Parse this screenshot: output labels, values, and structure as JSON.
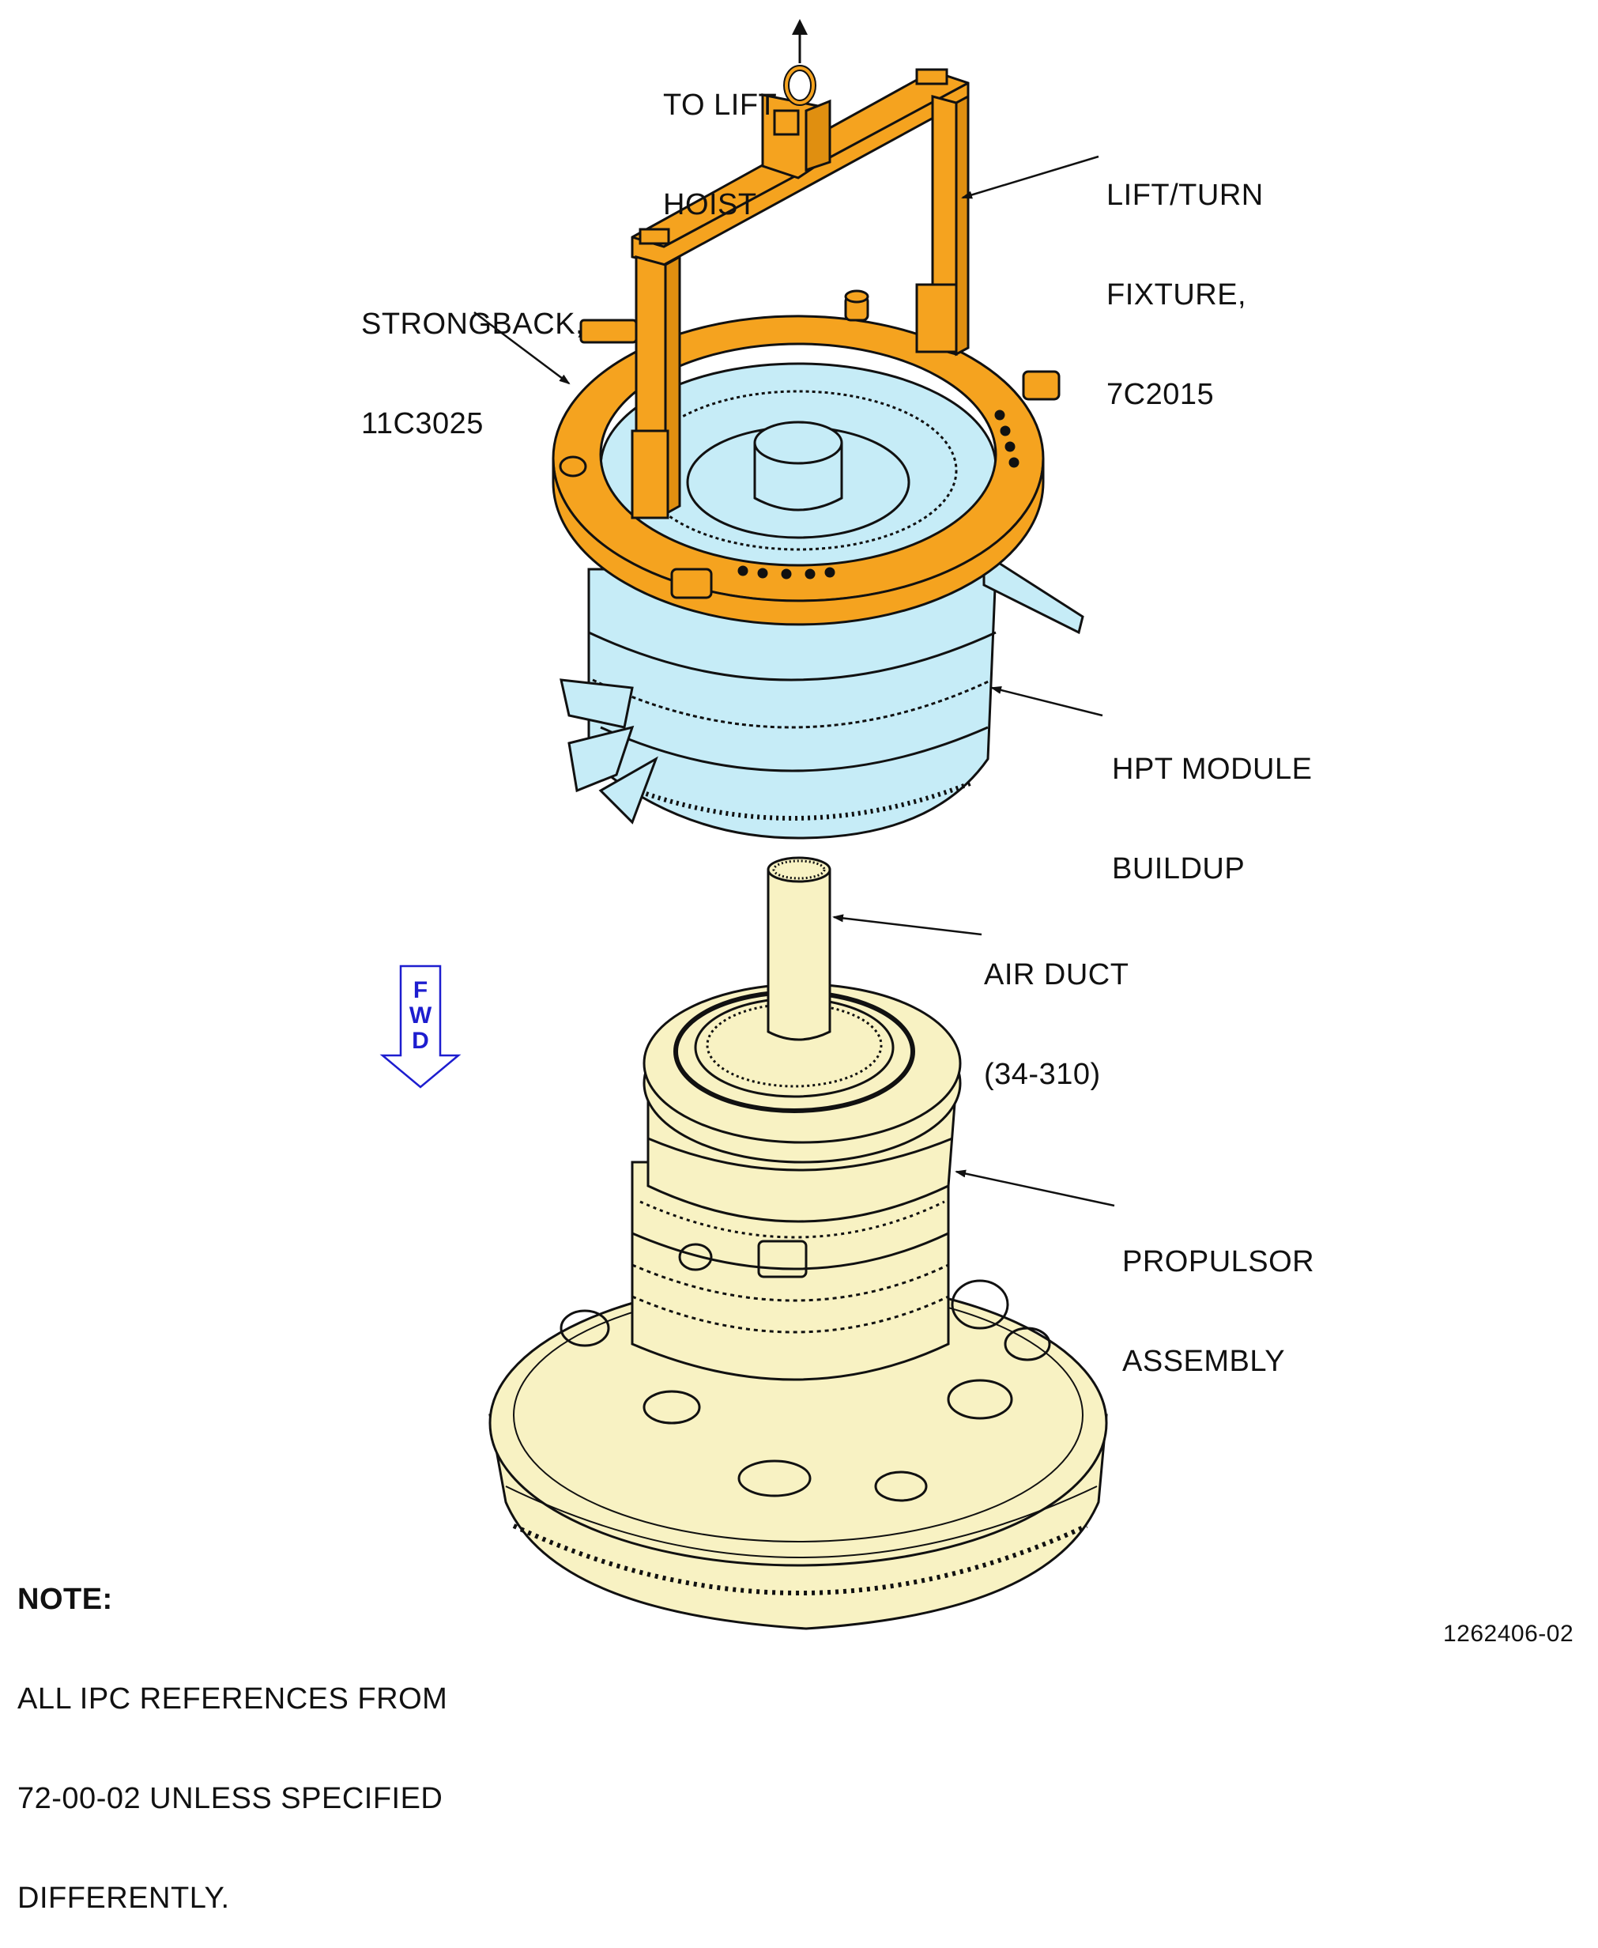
{
  "labels": {
    "lift_hoist": [
      "TO LIFT",
      "HOIST"
    ],
    "lift_turn_fixture": [
      "LIFT/TURN",
      "FIXTURE,",
      "7C2015"
    ],
    "strongback": [
      "STRONGBACK,",
      "11C3025"
    ],
    "hpt_module": [
      "HPT MODULE",
      "BUILDUP"
    ],
    "air_duct": [
      "AIR DUCT",
      "(34-310)"
    ],
    "propulsor": [
      "PROPULSOR",
      "ASSEMBLY"
    ]
  },
  "fwd": [
    "F",
    "W",
    "D"
  ],
  "note": {
    "title": "NOTE:",
    "lines": [
      "ALL IPC REFERENCES FROM",
      "72-00-02 UNLESS SPECIFIED",
      "DIFFERENTLY."
    ]
  },
  "figure_id": "1262406-02",
  "colors": {
    "fixture_orange": "#f5a31f",
    "module_blue": "#c6ecf7",
    "propulsor_yellow": "#f8f2c3",
    "fwd_blue": "#1d1dcf",
    "line": "#111111"
  }
}
